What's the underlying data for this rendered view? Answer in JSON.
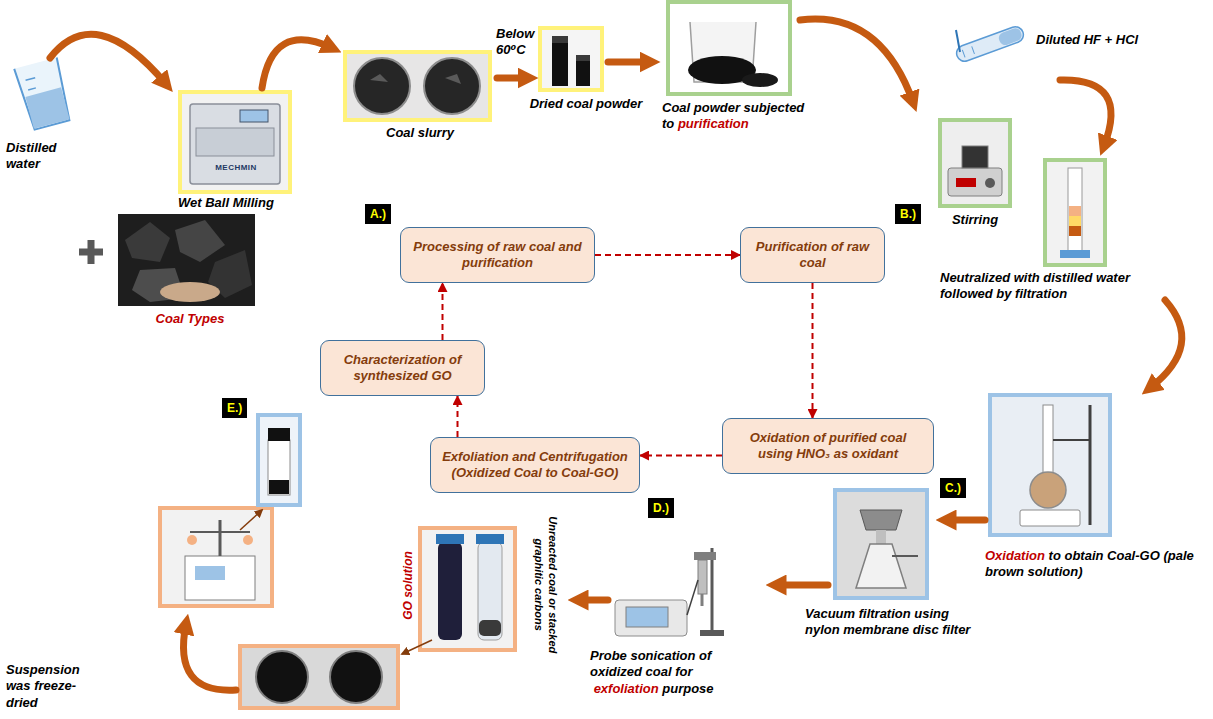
{
  "diagram": {
    "nodes": [
      {
        "text": [
          "Processing of raw coal and purification"
        ]
      },
      {
        "text": [
          "Purification of raw coal"
        ]
      },
      {
        "text": [
          "Oxidation of purified coal using HNO₃ as oxidant"
        ]
      },
      {
        "text": [
          "Exfoliation and Centrifugation (Oxidized Coal to Coal-GO)"
        ]
      },
      {
        "text": [
          "Characterization of synthesized GO"
        ]
      }
    ],
    "edges": [
      {
        "from": 4,
        "to": 0,
        "arrow": "to"
      },
      {
        "from": 0,
        "to": 1,
        "arrow": "to"
      },
      {
        "from": 1,
        "to": 2,
        "arrow": "to"
      },
      {
        "from": 2,
        "to": 3,
        "arrow": "to"
      },
      {
        "from": 3,
        "to": 4,
        "arrow": "to"
      }
    ],
    "labels": [
      "A.)",
      "B.)",
      "C.)",
      "D.)",
      "E.)",
      "Distilled water",
      "Coal Types",
      "Wet Ball Milling",
      "MECHMIN",
      "Coal slurry",
      "Below 60⁰C",
      "Dried coal powder",
      "Coal powder subjected to",
      "purification",
      "Diluted HF + HCl",
      "Stirring",
      "Neutralized with distilled water followed by filtration",
      "Oxidation",
      "to obtain Coal-GO (pale brown solution)",
      "Vacuum filtration using nylon membrane disc filter",
      "Probe sonication of oxidized coal for",
      "exfoliation",
      "purpose",
      "Unreacted coal or stacked graphitic carbons",
      "GO solution",
      "Suspension was freeze-dried"
    ]
  }
}
